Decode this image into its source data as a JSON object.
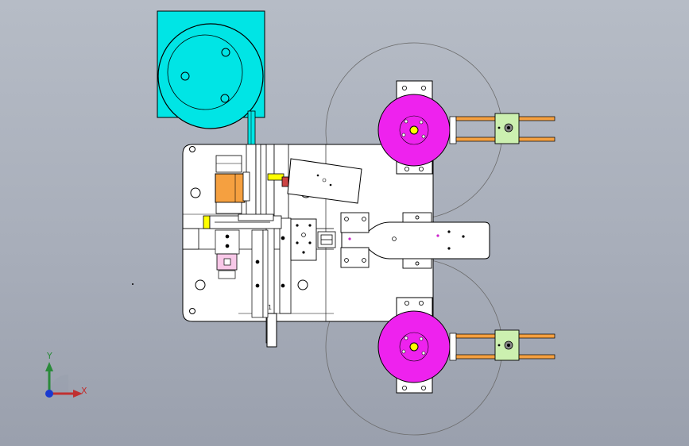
{
  "viewport": {
    "background_top": "#b6bcc6",
    "background_bottom": "#9aa0ad"
  },
  "colors": {
    "motor_housing": "#00e5e5",
    "reel": "#ee22ee",
    "reel_hub": "#ffff00",
    "orange_block": "#f5a040",
    "green_block": "#ccf0b0",
    "yellow_tab": "#ffff00",
    "pink_block": "#f8c8e8",
    "linework": "#000000",
    "plate": "#ffffff"
  },
  "components": {
    "motor": "motor-housing",
    "base_plate": "base-plate",
    "reel_top": "reel-top",
    "reel_bottom": "reel-bottom",
    "arm": "feed-arm"
  },
  "feed_label": "1",
  "axis": {
    "x_label": "X",
    "y_label": "Y",
    "x_color": "#c03030",
    "y_color": "#2a8a3a",
    "z_color": "#1a3ad0"
  }
}
